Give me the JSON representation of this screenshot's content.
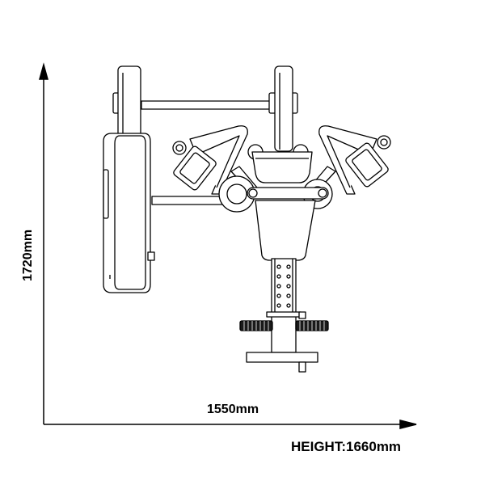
{
  "dimensions": {
    "width_label": "1550mm",
    "depth_label": "1720mm",
    "height_label": "HEIGHT:1660mm"
  },
  "colors": {
    "line": "#000000",
    "background": "#ffffff",
    "grip": "#1a1a1a"
  }
}
